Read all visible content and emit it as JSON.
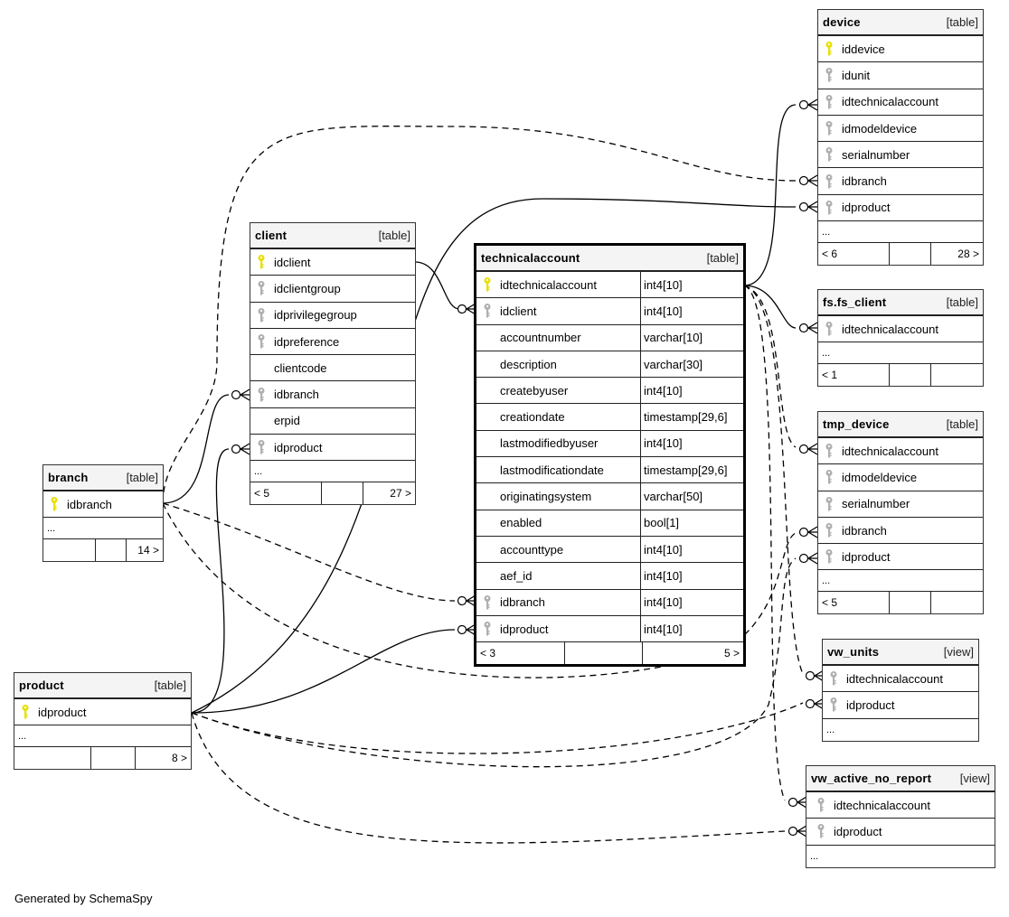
{
  "footer": "Generated by SchemaSpy",
  "colors": {
    "primary_key": "#e8e000",
    "foreign_key": "#b0b0b0",
    "header_bg": "#f4f4f4",
    "line": "#000000"
  },
  "tables": {
    "technicalaccount": {
      "name": "technicalaccount",
      "kind": "[table]",
      "columns": [
        {
          "name": "idtechnicalaccount",
          "type": "int4[10]",
          "key": "primary"
        },
        {
          "name": "idclient",
          "type": "int4[10]",
          "key": "foreign"
        },
        {
          "name": "accountnumber",
          "type": "varchar[10]",
          "key": "none"
        },
        {
          "name": "description",
          "type": "varchar[30]",
          "key": "none"
        },
        {
          "name": "createbyuser",
          "type": "int4[10]",
          "key": "none"
        },
        {
          "name": "creationdate",
          "type": "timestamp[29,6]",
          "key": "none"
        },
        {
          "name": "lastmodifiedbyuser",
          "type": "int4[10]",
          "key": "none"
        },
        {
          "name": "lastmodificationdate",
          "type": "timestamp[29,6]",
          "key": "none"
        },
        {
          "name": "originatingsystem",
          "type": "varchar[50]",
          "key": "none"
        },
        {
          "name": "enabled",
          "type": "bool[1]",
          "key": "none"
        },
        {
          "name": "accounttype",
          "type": "int4[10]",
          "key": "none"
        },
        {
          "name": "aef_id",
          "type": "int4[10]",
          "key": "none"
        },
        {
          "name": "idbranch",
          "type": "int4[10]",
          "key": "foreign"
        },
        {
          "name": "idproduct",
          "type": "int4[10]",
          "key": "foreign"
        }
      ],
      "footer": {
        "parents": "< 3",
        "rows": "",
        "children": "5 >"
      }
    },
    "client": {
      "name": "client",
      "kind": "[table]",
      "columns": [
        {
          "name": "idclient",
          "key": "primary"
        },
        {
          "name": "idclientgroup",
          "key": "foreign"
        },
        {
          "name": "idprivilegegroup",
          "key": "foreign"
        },
        {
          "name": "idpreference",
          "key": "foreign"
        },
        {
          "name": "clientcode",
          "key": "none"
        },
        {
          "name": "idbranch",
          "key": "foreign"
        },
        {
          "name": "erpid",
          "key": "none"
        },
        {
          "name": "idproduct",
          "key": "foreign"
        }
      ],
      "more": "...",
      "footer": {
        "parents": "< 5",
        "rows": "",
        "children": "27 >"
      }
    },
    "branch": {
      "name": "branch",
      "kind": "[table]",
      "columns": [
        {
          "name": "idbranch",
          "key": "primary"
        }
      ],
      "more": "...",
      "footer": {
        "parents": "",
        "rows": "",
        "children": "14 >"
      }
    },
    "product": {
      "name": "product",
      "kind": "[table]",
      "columns": [
        {
          "name": "idproduct",
          "key": "primary"
        }
      ],
      "more": "...",
      "footer": {
        "parents": "",
        "rows": "",
        "children": "8 >"
      }
    },
    "device": {
      "name": "device",
      "kind": "[table]",
      "columns": [
        {
          "name": "iddevice",
          "key": "primary"
        },
        {
          "name": "idunit",
          "key": "foreign"
        },
        {
          "name": "idtechnicalaccount",
          "key": "foreign"
        },
        {
          "name": "idmodeldevice",
          "key": "foreign"
        },
        {
          "name": "serialnumber",
          "key": "foreign"
        },
        {
          "name": "idbranch",
          "key": "foreign"
        },
        {
          "name": "idproduct",
          "key": "foreign"
        }
      ],
      "more": "...",
      "footer": {
        "parents": "< 6",
        "rows": "",
        "children": "28 >"
      }
    },
    "fs_client": {
      "name": "fs.fs_client",
      "kind": "[table]",
      "columns": [
        {
          "name": "idtechnicalaccount",
          "key": "foreign"
        }
      ],
      "more": "...",
      "footer": {
        "parents": "< 1",
        "rows": "",
        "children": ""
      }
    },
    "tmp_device": {
      "name": "tmp_device",
      "kind": "[table]",
      "columns": [
        {
          "name": "idtechnicalaccount",
          "key": "foreign"
        },
        {
          "name": "idmodeldevice",
          "key": "foreign"
        },
        {
          "name": "serialnumber",
          "key": "foreign"
        },
        {
          "name": "idbranch",
          "key": "foreign"
        },
        {
          "name": "idproduct",
          "key": "foreign"
        }
      ],
      "more": "...",
      "footer": {
        "parents": "< 5",
        "rows": "",
        "children": ""
      }
    },
    "vw_units": {
      "name": "vw_units",
      "kind": "[view]",
      "columns": [
        {
          "name": "idtechnicalaccount",
          "key": "foreign"
        },
        {
          "name": "idproduct",
          "key": "foreign"
        }
      ],
      "more": "..."
    },
    "vw_active_no_report": {
      "name": "vw_active_no_report",
      "kind": "[view]",
      "columns": [
        {
          "name": "idtechnicalaccount",
          "key": "foreign"
        },
        {
          "name": "idproduct",
          "key": "foreign"
        }
      ],
      "more": "..."
    }
  },
  "relationships": [
    {
      "from": "client.idclient",
      "to": "technicalaccount.idclient",
      "style": "solid"
    },
    {
      "from": "branch.idbranch",
      "to": "client.idbranch",
      "style": "solid"
    },
    {
      "from": "product.idproduct",
      "to": "client.idproduct",
      "style": "solid"
    },
    {
      "from": "branch.idbranch",
      "to": "technicalaccount.idbranch",
      "style": "dashed"
    },
    {
      "from": "product.idproduct",
      "to": "technicalaccount.idproduct",
      "style": "solid"
    },
    {
      "from": "technicalaccount.idtechnicalaccount",
      "to": "device.idtechnicalaccount",
      "style": "solid"
    },
    {
      "from": "branch.idbranch",
      "to": "device.idbranch",
      "style": "dashed"
    },
    {
      "from": "product.idproduct",
      "to": "device.idproduct",
      "style": "solid"
    },
    {
      "from": "technicalaccount.idtechnicalaccount",
      "to": "fs.fs_client.idtechnicalaccount",
      "style": "solid"
    },
    {
      "from": "technicalaccount.idtechnicalaccount",
      "to": "tmp_device.idtechnicalaccount",
      "style": "dashed"
    },
    {
      "from": "branch.idbranch",
      "to": "tmp_device.idbranch",
      "style": "dashed"
    },
    {
      "from": "product.idproduct",
      "to": "tmp_device.idproduct",
      "style": "dashed"
    },
    {
      "from": "technicalaccount.idtechnicalaccount",
      "to": "vw_units.idtechnicalaccount",
      "style": "dashed"
    },
    {
      "from": "product.idproduct",
      "to": "vw_units.idproduct",
      "style": "dashed"
    },
    {
      "from": "technicalaccount.idtechnicalaccount",
      "to": "vw_active_no_report.idtechnicalaccount",
      "style": "dashed"
    },
    {
      "from": "product.idproduct",
      "to": "vw_active_no_report.idproduct",
      "style": "dashed"
    }
  ]
}
